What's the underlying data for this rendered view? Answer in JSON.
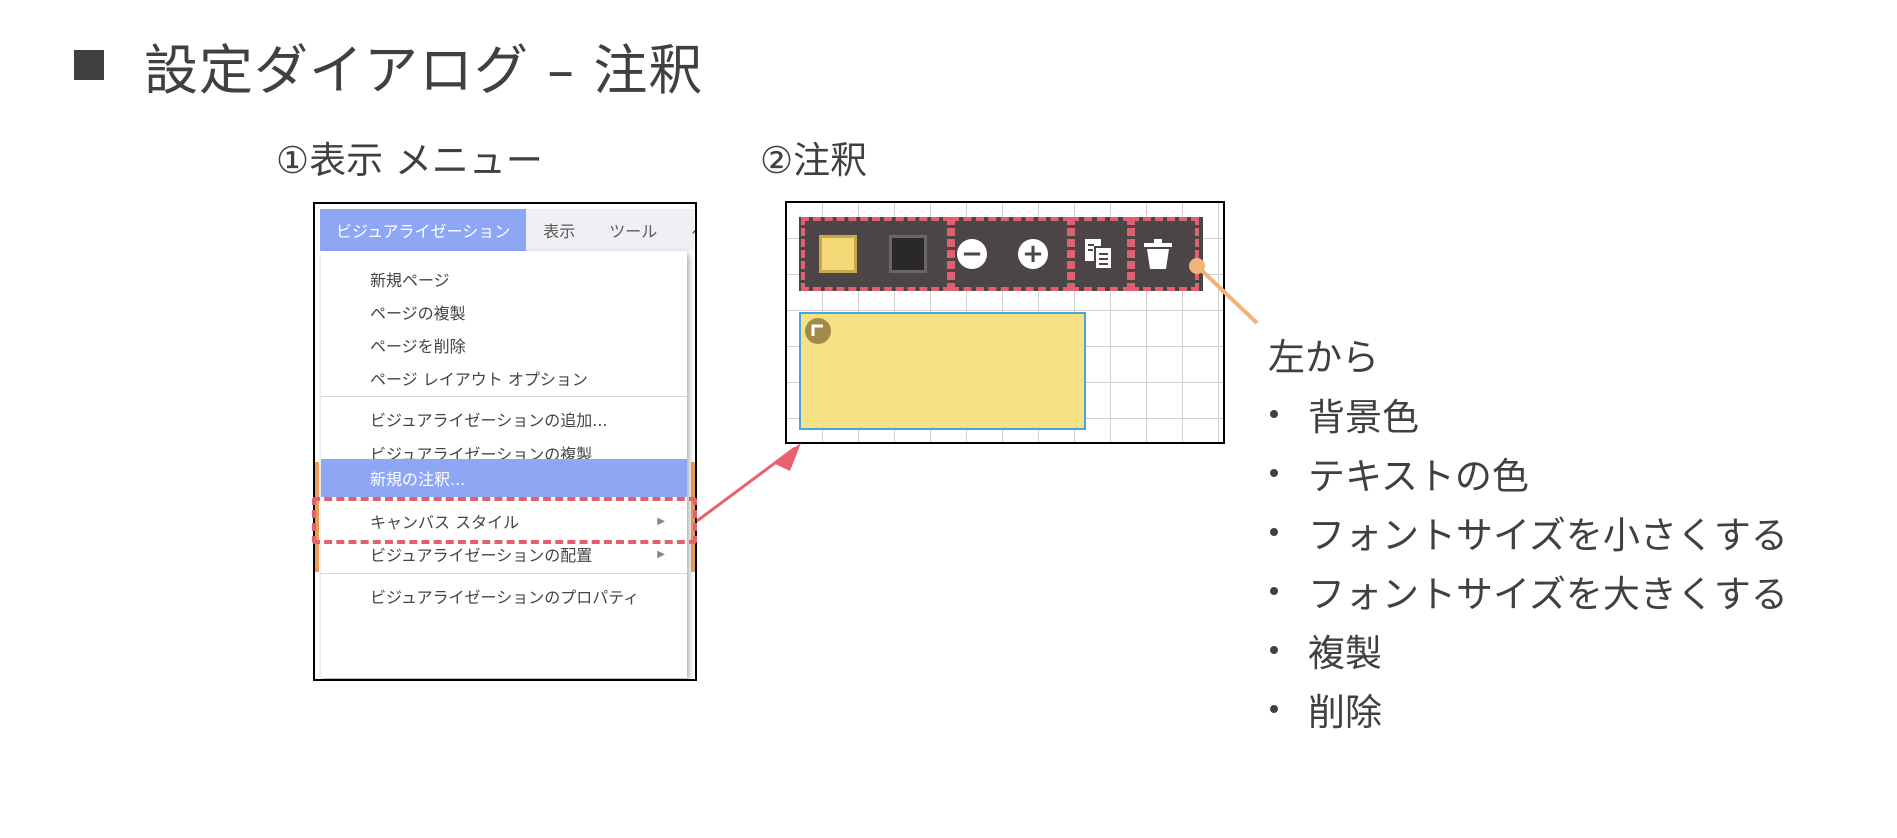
{
  "slide": {
    "title": "設定ダイアログ – 注釈"
  },
  "captions": {
    "menu": "①表示 メニュー",
    "annotation": "②注釈"
  },
  "menu_shot": {
    "menubar": [
      "ビジュアライゼーション",
      "表示",
      "ツール",
      "ヘ"
    ],
    "items": [
      "新規ページ",
      "ページの複製",
      "ページを削除",
      "ページ レイアウト オプション",
      "ビジュアライゼーションの追加...",
      "ビジュアライゼーションの複製",
      "新規の注釈...",
      "キャンバス スタイル",
      "ビジュアライゼーションの配置",
      "ビジュアライゼーションのプロパティ"
    ],
    "submenu_arrow": "▶"
  },
  "toolbar": {
    "decrease_glyph": "−",
    "increase_glyph": "+"
  },
  "list": {
    "heading": "左から",
    "items": [
      "背景色",
      "テキストの色",
      "フォントサイズを小さくする",
      "フォントサイズを大きくする",
      "複製",
      "削除"
    ]
  },
  "colors": {
    "menu_highlight": "#8ea7f5",
    "dashed_highlight": "#e06070",
    "note_fill": "#f6e185",
    "note_border": "#4aa3e0",
    "toolbar_bg": "#4b4548",
    "callout": "#f2b37a"
  }
}
